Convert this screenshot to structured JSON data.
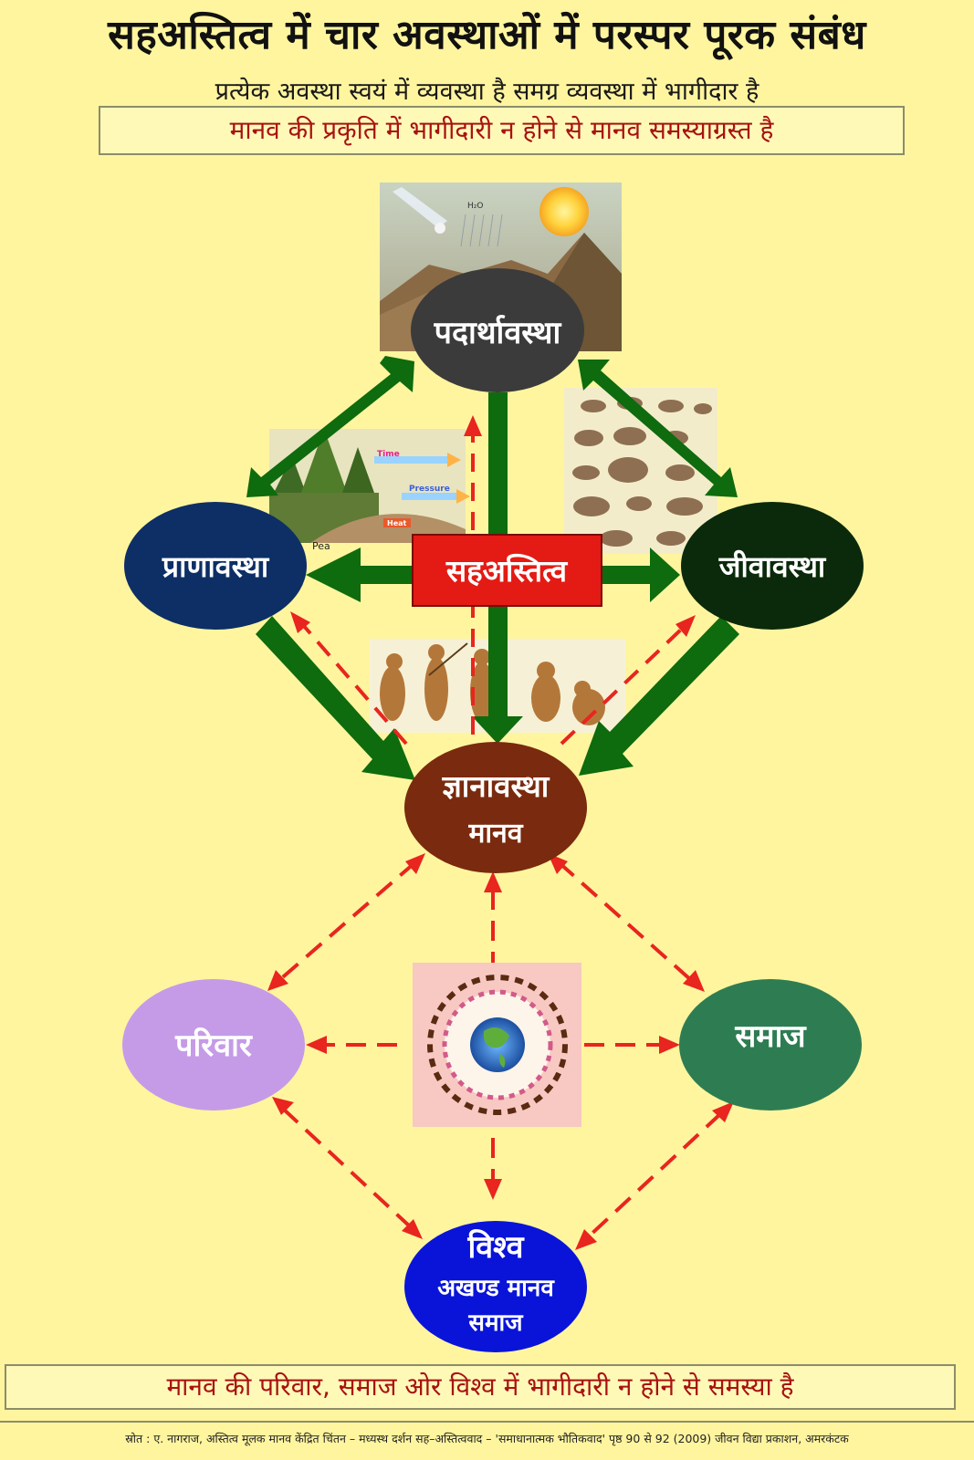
{
  "title": "सहअस्तित्व में चार अवस्थाओं में परस्पर पूरक संबंध",
  "subtitle": "प्रत्येक अवस्था स्वयं में व्यवस्था है समग्र व्यवस्था में भागीदार है",
  "top_statement": "मानव की प्रकृति में भागीदारी न होने से मानव समस्याग्रस्त है",
  "nodes": {
    "padarth": "पदार्थावस्था",
    "pran": "प्राणावस्था",
    "jeev": "जीवावस्था",
    "sahastitva": "सहअस्तित्व",
    "gyan": "ज्ञानावस्था",
    "gyan_sub": "मानव",
    "parivar": "परिवार",
    "samaj": "समाज",
    "vishwa": "विश्व",
    "vishwa_sub1": "अखण्ड मानव",
    "vishwa_sub2": "समाज"
  },
  "image_labels": {
    "h2o": "H₂O",
    "time": "Time",
    "pressure": "Pressure",
    "heat": "Heat",
    "peat": "Pea"
  },
  "bottom_statement": "मानव की परिवार, समाज ओर विश्व में भागीदारी न होने से समस्या है",
  "source": "स्रोत : ए. नागराज, अस्तित्व मूलक मानव केंद्रित चिंतन – मध्यस्थ दर्शन सह–अस्तित्ववाद – 'समाधानात्मक भौतिकवाद' पृष्ठ 90 से 92 (2009) जीवन विद्या प्रकाशन, अमरकंटक",
  "colors": {
    "background": "#fff59f",
    "green_arrow": "#0e6b0e",
    "red_dashed": "#e8251f",
    "padarth": "#3b3b3b",
    "pran": "#0d2f66",
    "jeev": "#0b2a0b",
    "sahastitva": "#e31b14",
    "gyan": "#7a2a0e",
    "parivar": "#c59be8",
    "samaj": "#2e7d52",
    "vishwa": "#0a14d8"
  },
  "icons": [
    "landscape-image",
    "plant-fossil-image",
    "animals-image",
    "human-evolution-image",
    "world-unity-image"
  ]
}
